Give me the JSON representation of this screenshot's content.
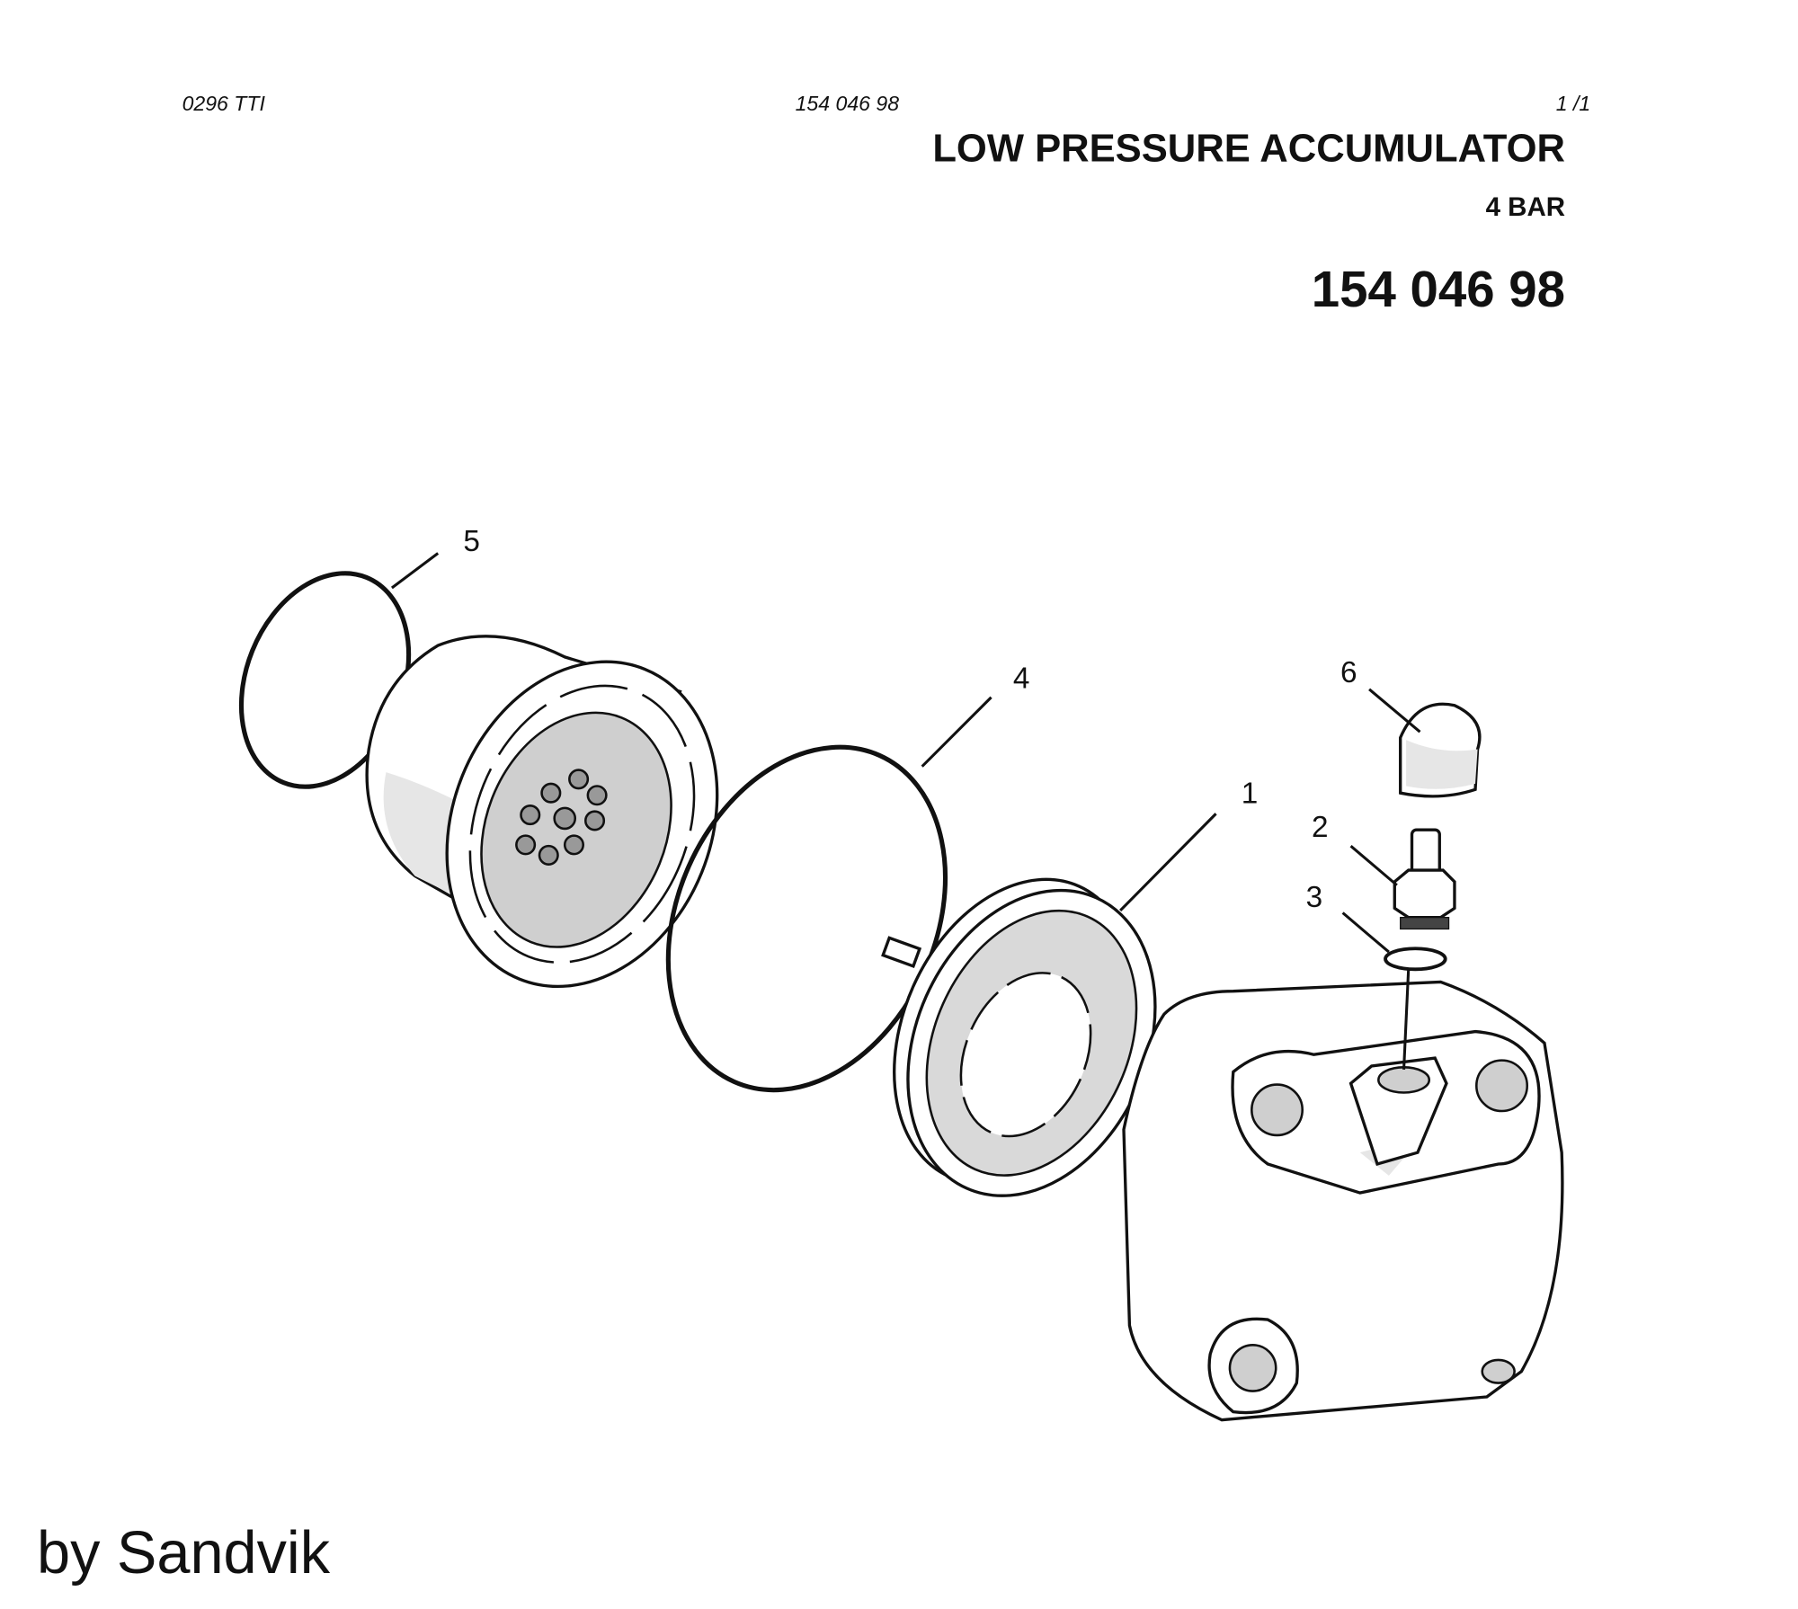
{
  "header": {
    "doc_code": "0296 TTI",
    "part_ref": "154 046 98",
    "page": "1 /1"
  },
  "title": "LOW PRESSURE ACCUMULATOR",
  "subtitle": "4 BAR",
  "part_number": "154 046 98",
  "callouts": [
    "1",
    "2",
    "3",
    "4",
    "5",
    "6"
  ],
  "footer": "by Sandvik"
}
